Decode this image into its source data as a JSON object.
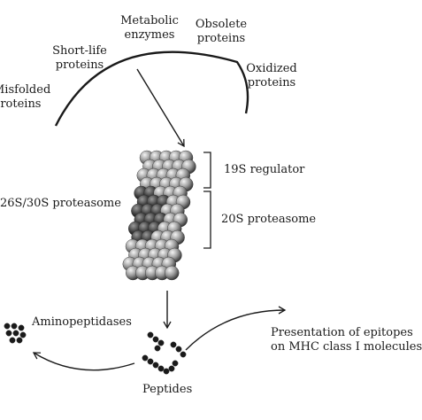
{
  "substrates": {
    "short_life": [
      "Short-life",
      "proteins"
    ],
    "metabolic": [
      "Metabolic",
      "enzymes"
    ],
    "obsolete": [
      "Obsolete",
      "proteins"
    ],
    "oxidized": [
      "Oxidized",
      "proteins"
    ],
    "misfolded": [
      "Misfolded",
      "proteins"
    ]
  },
  "proteasome": {
    "complex_label": "26S/30S proteasome",
    "regulator_label": "19S regulator",
    "core_label": "20S proteasome"
  },
  "products": {
    "aminopeptidases_label": "Aminopeptidases",
    "peptides_label": "Peptides",
    "presentation_line1": "Presentation of epitopes",
    "presentation_line2": "on MHC class I molecules"
  },
  "colors": {
    "line": "#1a1a1a",
    "text": "#1a1a1a"
  }
}
